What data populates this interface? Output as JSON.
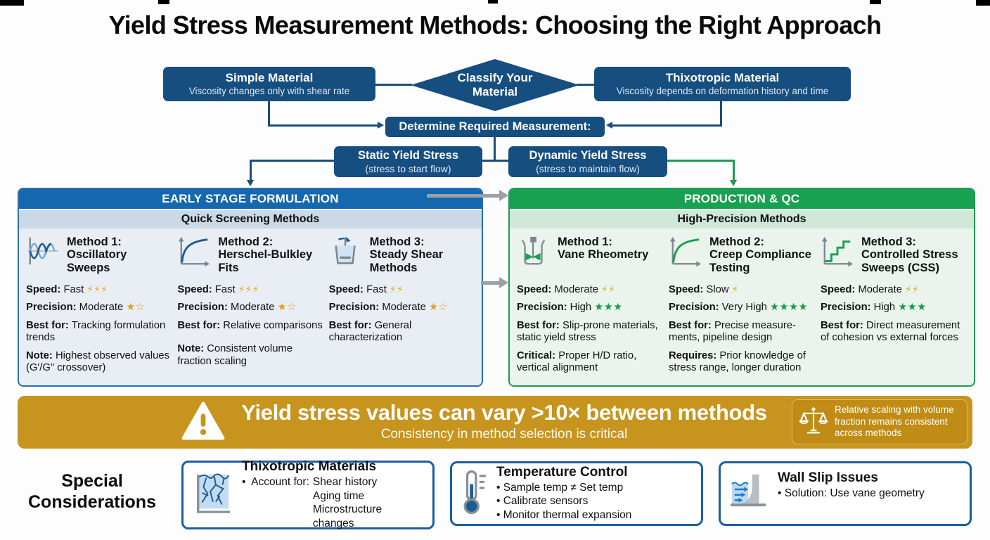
{
  "title": "Yield Stress Measurement Methods: Choosing the Right Approach",
  "colors": {
    "navy_box": "#164e80",
    "blue_header": "#1568ae",
    "green_header": "#18a150",
    "banner_gold": "#c7941e",
    "bolt": "#f2a10a",
    "star_gold": "#d9a11c",
    "star_green": "#169a4a",
    "arrow_gray": "#9aa0a6"
  },
  "flow": {
    "classify_label": "Classify Your Material",
    "simple": {
      "title": "Simple Material",
      "subtitle": "Viscosity changes only with shear rate"
    },
    "thixotropic": {
      "title": "Thixotropic Material",
      "subtitle": "Viscosity depends on deformation history and time"
    },
    "determine_label": "Determine Required Measurement:",
    "static": {
      "title": "Static Yield Stress",
      "subtitle": "(stress to start flow)"
    },
    "dynamic": {
      "title": "Dynamic Yield Stress",
      "subtitle": "(stress to maintain flow)"
    }
  },
  "left_panel": {
    "header": "EARLY STAGE FORMULATION",
    "subheader": "Quick Screening Methods",
    "methods": [
      {
        "kicker": "Method 1:",
        "name": "Oscillatory Sweeps",
        "speed_label": "Speed:",
        "speed": "Fast",
        "bolts": "⚡⚡⚡",
        "precision_label": "Precision:",
        "precision": "Moderate",
        "stars": "★☆",
        "rows": [
          {
            "label": "Best for:",
            "text": "Tracking formulation trends"
          },
          {
            "label": "Note:",
            "text": "Highest observed values (G'/G\" crossover)"
          }
        ]
      },
      {
        "kicker": "Method 2:",
        "name": "Herschel-Bulkley Fits",
        "speed_label": "Speed:",
        "speed": "Fast",
        "bolts": "⚡⚡⚡",
        "precision_label": "Precision:",
        "precision": "Moderate",
        "stars": "★☆",
        "rows": [
          {
            "label": "Best for:",
            "text": "Relative comparisons"
          },
          {
            "label": "Note:",
            "text": "Consistent volume fraction scaling"
          }
        ]
      },
      {
        "kicker": "Method 3:",
        "name": "Steady Shear Methods",
        "speed_label": "Speed:",
        "speed": "Fast",
        "bolts": "⚡⚡",
        "precision_label": "Precision:",
        "precision": "Moderate",
        "stars": "★☆",
        "rows": [
          {
            "label": "Best for:",
            "text": "General characterization"
          }
        ]
      }
    ]
  },
  "right_panel": {
    "header": "PRODUCTION & QC",
    "subheader": "High-Precision Methods",
    "methods": [
      {
        "kicker": "Method 1:",
        "name": "Vane Rheometry",
        "speed_label": "Speed:",
        "speed": "Moderate",
        "bolts": "⚡⚡",
        "precision_label": "Precision:",
        "precision": "High",
        "stars": "★★★",
        "rows": [
          {
            "label": "Best for:",
            "text": "Slip-prone materials, static yield stress"
          },
          {
            "label": "Critical:",
            "text": "Proper H/D ratio, vertical alignment"
          }
        ]
      },
      {
        "kicker": "Method 2:",
        "name": "Creep Compliance Testing",
        "speed_label": "Speed:",
        "speed": "Slow",
        "bolts": "⚡",
        "precision_label": "Precision:",
        "precision": "Very High",
        "stars": "★★★★",
        "rows": [
          {
            "label": "Best for:",
            "text": "Precise measure-ments, pipeline design"
          },
          {
            "label": "Requires:",
            "text": "Prior knowledge of stress range, longer duration"
          }
        ]
      },
      {
        "kicker": "Method 3:",
        "name": "Controlled Stress Sweeps (CSS)",
        "speed_label": "Speed:",
        "speed": "Moderate",
        "bolts": "⚡⚡",
        "precision_label": "Precision:",
        "precision": "High",
        "stars": "★★★",
        "rows": [
          {
            "label": "Best for:",
            "text": "Direct measurement of cohesion vs external forces"
          }
        ]
      }
    ]
  },
  "banner": {
    "title": "Yield stress values can vary >10× between methods",
    "subtitle": "Consistency in method selection is critical",
    "side_note": "Relative scaling with volume fraction remains consistent across methods"
  },
  "special": {
    "heading": "Special Considerations",
    "box1": {
      "title": "Thixotropic Materials",
      "lead": "•  Account for:",
      "values": [
        "Shear history",
        "Aging time",
        "Microstructure changes"
      ]
    },
    "box2": {
      "title": "Temperature Control",
      "bullets": [
        "•  Sample temp ≠ Set temp",
        "•  Calibrate sensors",
        "•  Monitor thermal expansion"
      ]
    },
    "box3": {
      "title": "Wall Slip Issues",
      "bullets": [
        "•  Solution: Use vane geometry"
      ]
    }
  }
}
